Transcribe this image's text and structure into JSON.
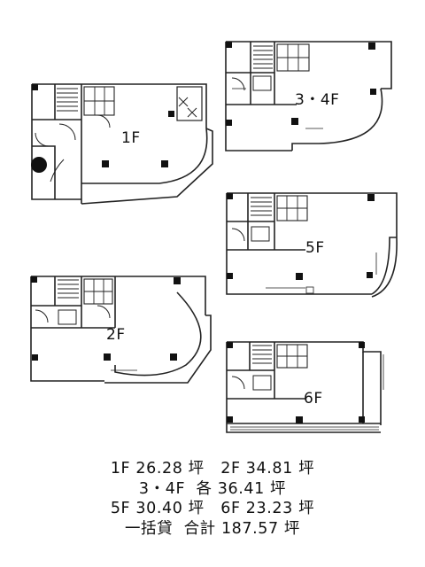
{
  "floors": {
    "f1": {
      "label": "1F"
    },
    "f2": {
      "label": "2F"
    },
    "f34": {
      "label": "3・4F"
    },
    "f5": {
      "label": "5F"
    },
    "f6": {
      "label": "6F"
    }
  },
  "areas": {
    "line1": "1F 26.28 坪   2F 34.81 坪",
    "line2": "3・4F  各 36.41 坪",
    "line3": "5F 30.40 坪   6F 23.23 坪",
    "line4": "一括貸  合計 187.57 坪"
  }
}
